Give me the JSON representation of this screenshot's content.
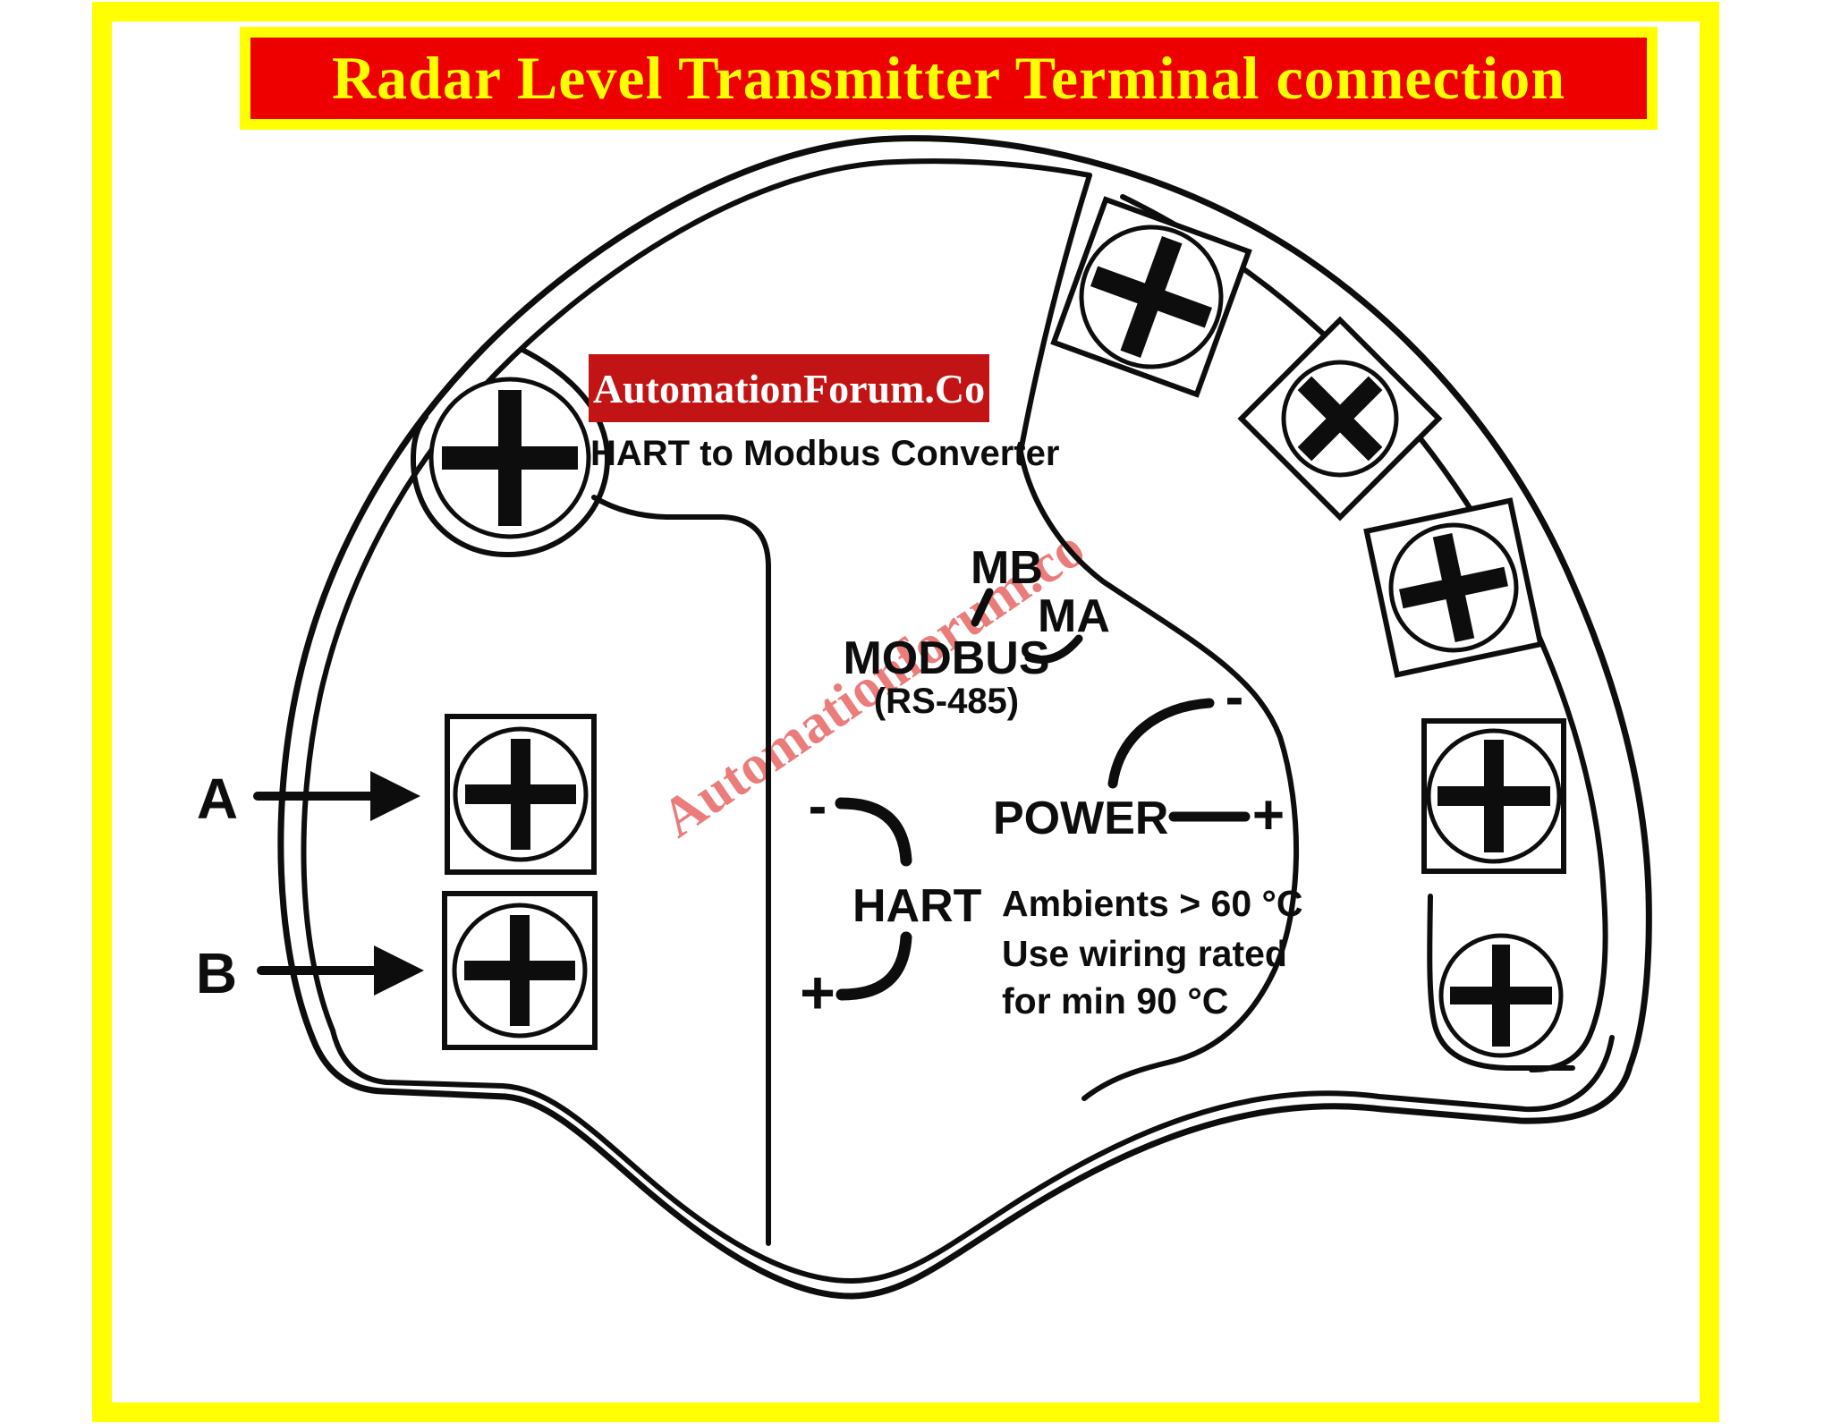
{
  "page": {
    "border_color": "#ffff00",
    "background": "#ffffff"
  },
  "banner": {
    "title": "Radar Level Transmitter Terminal connection",
    "bg": "#ee0000",
    "text_color": "#ffff00",
    "border_color": "#ffff00"
  },
  "brand": {
    "label": "AutomationForum.Co",
    "bg": "#c21414",
    "text_color": "#ffffff"
  },
  "subtitle": "HART to Modbus Converter",
  "watermark": {
    "text": "Automationforum.co",
    "color": "#e8706d"
  },
  "diagram": {
    "terminal_a": {
      "label": "A"
    },
    "terminal_b": {
      "label": "B"
    },
    "modbus": {
      "label": "MODBUS",
      "sub": "(RS-485)",
      "mb": "MB",
      "ma": "MA"
    },
    "power": {
      "label": "POWER",
      "plus": "+",
      "minus": "-"
    },
    "hart": {
      "label": "HART",
      "plus": "+",
      "minus": "-"
    },
    "notes": [
      "Ambients > 60 °C",
      "Use wiring rated",
      "for min 90 °C"
    ]
  }
}
